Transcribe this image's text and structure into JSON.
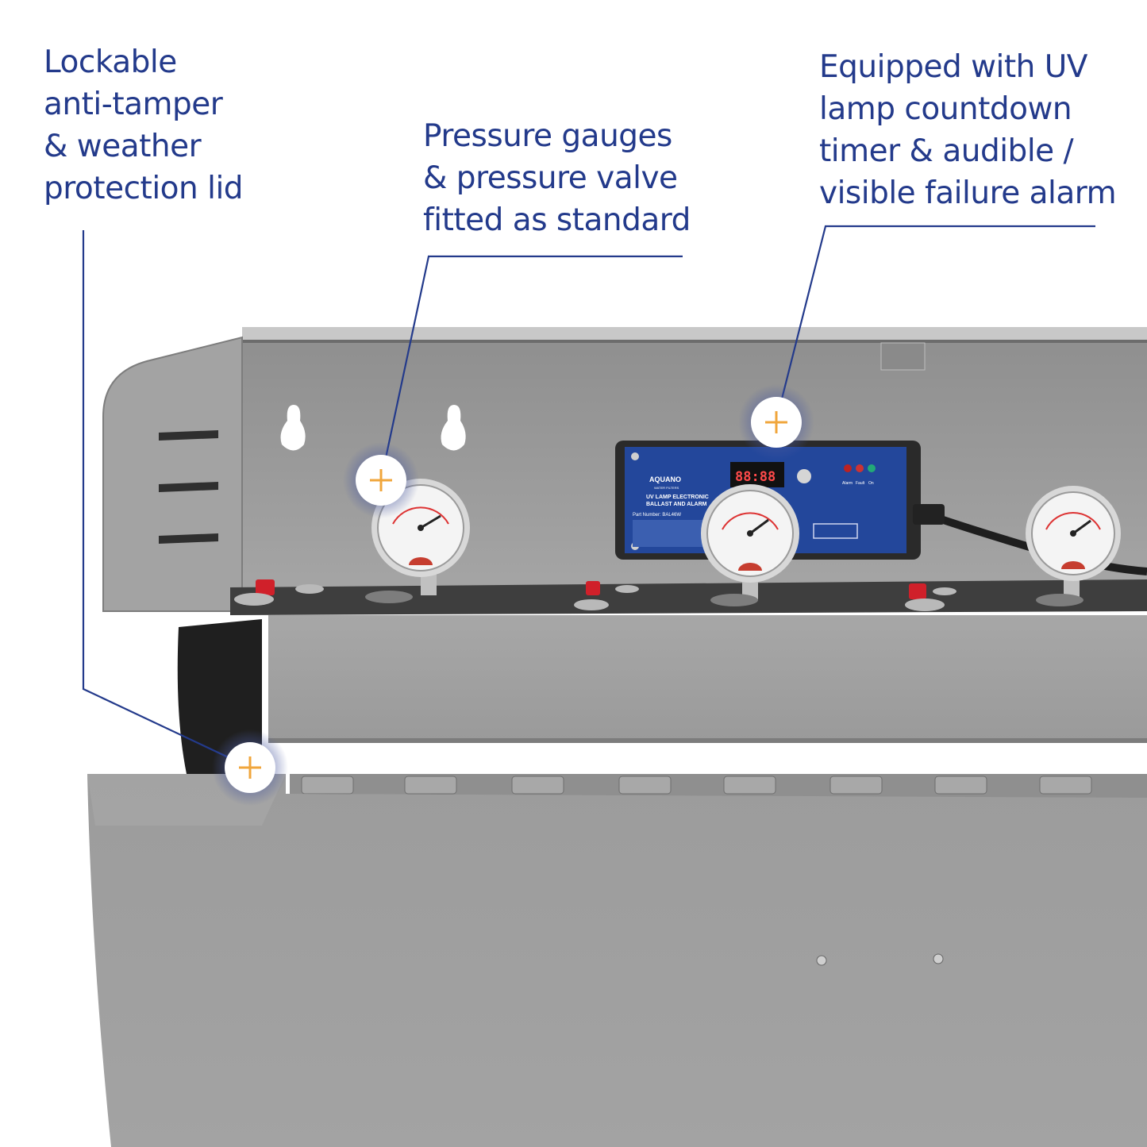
{
  "callouts": {
    "lid": "Lockable\nanti-tamper\n& weather\nprotection lid",
    "gauges": "Pressure gauges\n& pressure valve\nfitted as standard",
    "timer": "Equipped with UV\nlamp countdown\ntimer & audible /\nvisible failure alarm"
  },
  "controller": {
    "brand": "AQUANO",
    "brand_sub": "WATER FILTERS",
    "product_line1": "UV LAMP ELECTRONIC",
    "product_line2": "BALLAST AND ALARM",
    "part_number": "Part Number: BAL46W",
    "display": "88:88",
    "indicators": [
      "Alarm",
      "Fault",
      "On"
    ]
  },
  "colors": {
    "accent_blue": "#233a8b",
    "hotspot_orange": "#f0a63c",
    "cabinet_grey": "#9a9a9a"
  }
}
